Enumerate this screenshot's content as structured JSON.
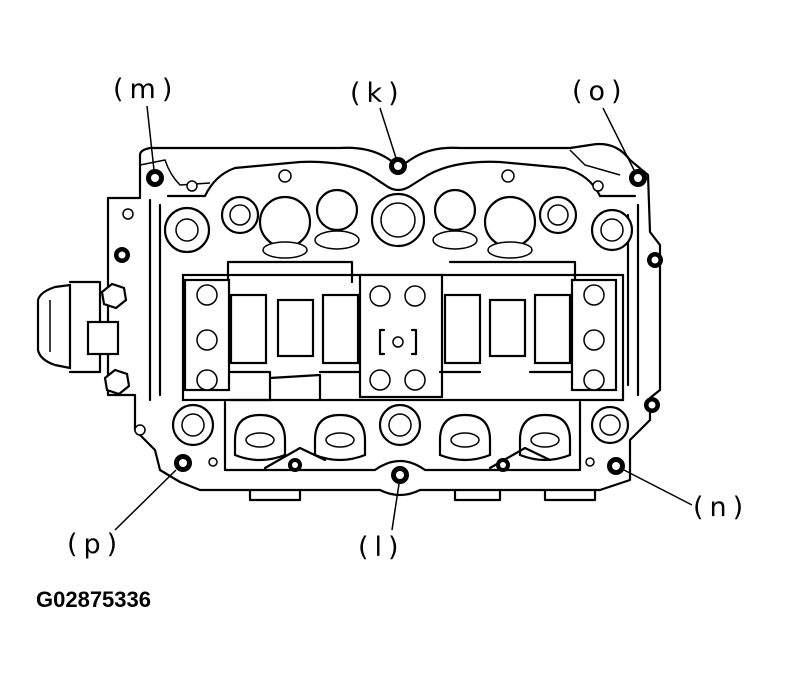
{
  "figure": {
    "code": "G02875336",
    "callouts": [
      {
        "id": "m",
        "text": "(m)"
      },
      {
        "id": "k",
        "text": "(k)"
      },
      {
        "id": "o",
        "text": "(o)"
      },
      {
        "id": "n",
        "text": "(n)"
      },
      {
        "id": "l",
        "text": "(l)"
      },
      {
        "id": "p",
        "text": "(p)"
      }
    ]
  }
}
